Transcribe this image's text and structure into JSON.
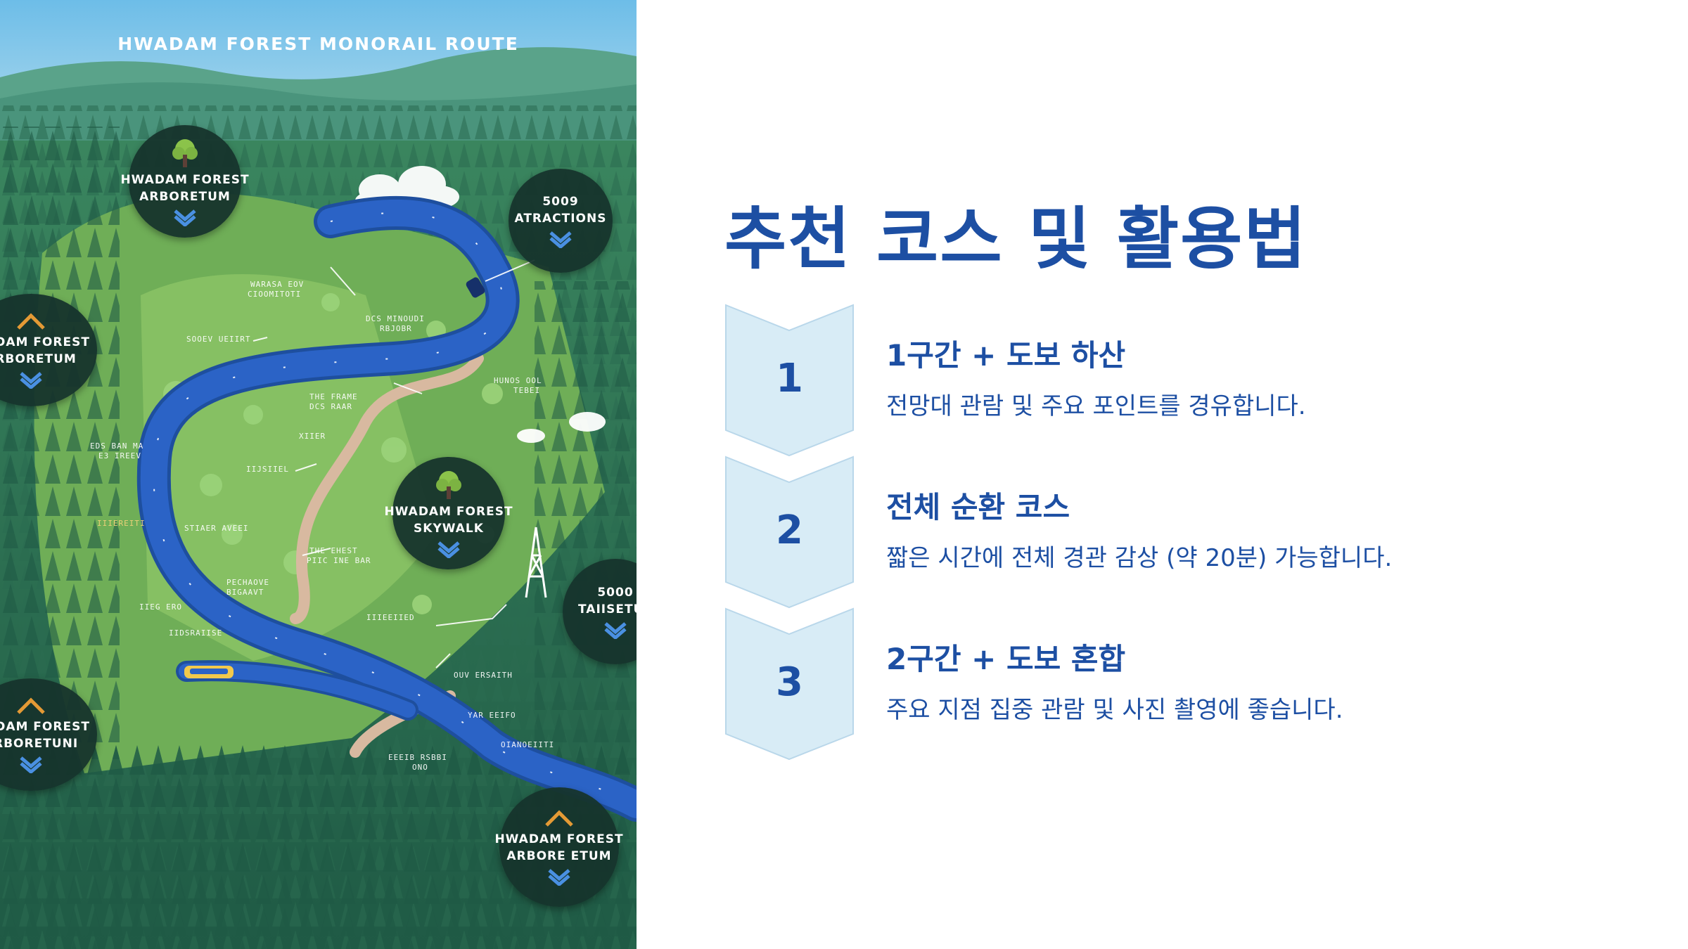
{
  "map": {
    "title": "HWADAM FOREST MONORAIL ROUTE",
    "pins": [
      {
        "line1": "HWADAM FOREST",
        "line2": "ARBORETUM",
        "icon": "tree-icon",
        "arrow": "chevron-down-icon"
      },
      {
        "line1": "5009",
        "line2": "ATRACTIONS",
        "icon": "none",
        "arrow": "chevron-down-icon"
      },
      {
        "line1": "WADAM FOREST",
        "line2": "ARBORETUM",
        "icon": "chevron-up-icon",
        "arrow": "chevron-down-icon"
      },
      {
        "line1": "HWADAM FOREST",
        "line2": "SKYWALK",
        "icon": "tree-icon",
        "arrow": "chevron-down-icon"
      },
      {
        "line1": "5000",
        "line2": "TAIISETUE",
        "icon": "none",
        "arrow": "chevron-down-icon"
      },
      {
        "line1": "WADAM FOREST",
        "line2": "ARBORETUNI",
        "icon": "chevron-up-icon",
        "arrow": "chevron-down-icon"
      },
      {
        "line1": "HWADAM FOREST",
        "line2": "ARBORE ETUM",
        "icon": "chevron-up-icon",
        "arrow": "chevron-down-icon"
      }
    ],
    "labels": [
      "WARASA EOV",
      "CIOOMITOTI",
      "SOOEV UEIIRT",
      "DCS MINOUDI",
      "RBJOBR",
      "THE FRAME",
      "DCS RAAR",
      "HUNOS OOL",
      "TEBEI",
      "EDS BAN MA",
      "E3 IREEV",
      "XIIER",
      "IIJSIIEL",
      "IIIEREITI",
      "STIAER AVEEI",
      "THE EHEST",
      "PIIC INE BAR",
      "PECHAOVE",
      "BIGAAVT",
      "IIEG ERO",
      "IIDSRAIISE",
      "IIIEEIIED",
      "OUV ERSAITH",
      "YAR EEIFO",
      "OIANOEIITI",
      "EEEIB RSBBI",
      "ONO"
    ],
    "colors": {
      "sky": "#6dbde8",
      "forest": "#2f7a58",
      "track": "#2b63c6",
      "pin": "#16342c",
      "accent": "#e49a35"
    }
  },
  "content": {
    "heading": "추천 코스 및 활용법",
    "steps": [
      {
        "number": "1",
        "title": "1구간 + 도보 하산",
        "desc": "전망대 관람 및 주요 포인트를 경유합니다."
      },
      {
        "number": "2",
        "title": "전체 순환 코스",
        "desc": "짧은 시간에 전체 경관 감상 (약 20분) 가능합니다."
      },
      {
        "number": "3",
        "title": "2구간 + 도보 혼합",
        "desc": "주요 지점 집중 관람 및 사진 촬영에 좋습니다."
      }
    ],
    "colors": {
      "text": "#1d4fa3",
      "chevron_fill": "#d8ecf6",
      "chevron_stroke": "#b9d7ea"
    }
  }
}
